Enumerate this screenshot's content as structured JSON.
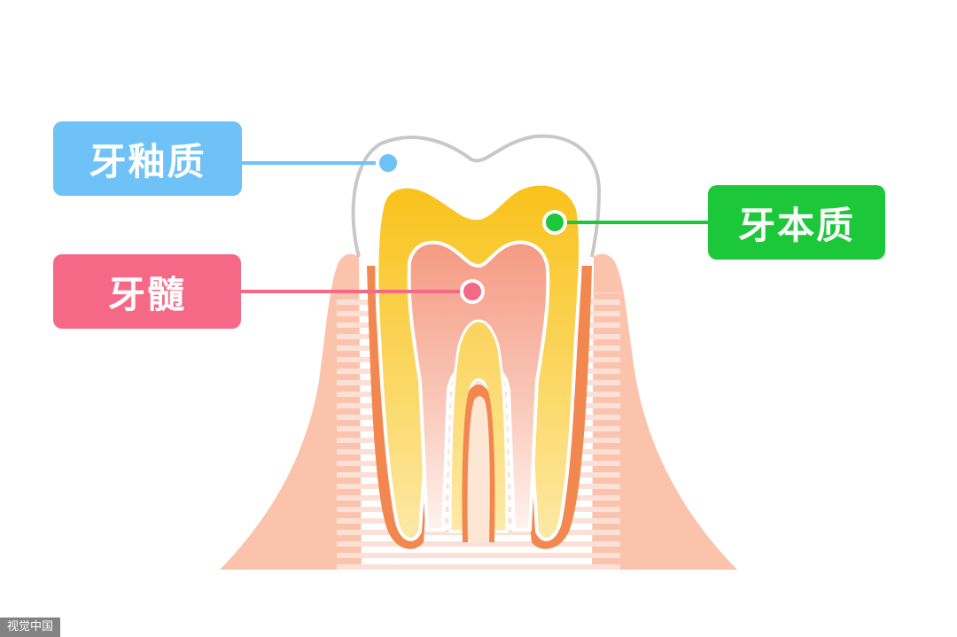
{
  "labels": {
    "enamel": "牙釉质",
    "pulp": "牙髓",
    "dentin": "牙本质"
  },
  "watermark": "视觉中国",
  "colors": {
    "enamel_label": "#6ec2f8",
    "pulp_label": "#f56886",
    "dentin_label": "#1cc83a",
    "dentin_fill": "#f9c62a",
    "pulp_fill": "#f59a82",
    "gum_fill": "#fbbfa6",
    "gum_border": "#f28a5a",
    "enamel_outline": "#c8c8c8"
  },
  "icons": {
    "enamel_pointer": "dot-pointer-icon",
    "pulp_pointer": "dot-pointer-icon",
    "dentin_pointer": "dot-pointer-icon"
  }
}
